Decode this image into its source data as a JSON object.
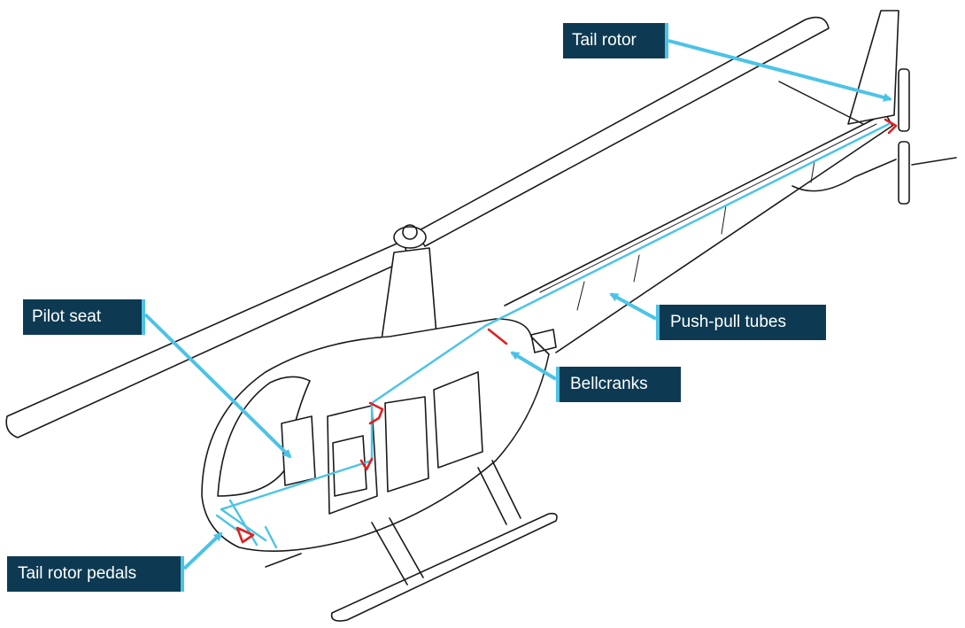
{
  "labels": {
    "tail_rotor": "Tail rotor",
    "pilot_seat": "Pilot seat",
    "push_pull_tubes": "Push-pull tubes",
    "bellcranks": "Bellcranks",
    "tail_rotor_pedals": "Tail rotor pedals"
  },
  "colors": {
    "label_bg": "#0d3a52",
    "label_text": "#ffffff",
    "leader": "#4cc3e6",
    "control_path": "#4cc3e6",
    "component_highlight": "#e02020",
    "line_art": "#1a1a1a"
  }
}
